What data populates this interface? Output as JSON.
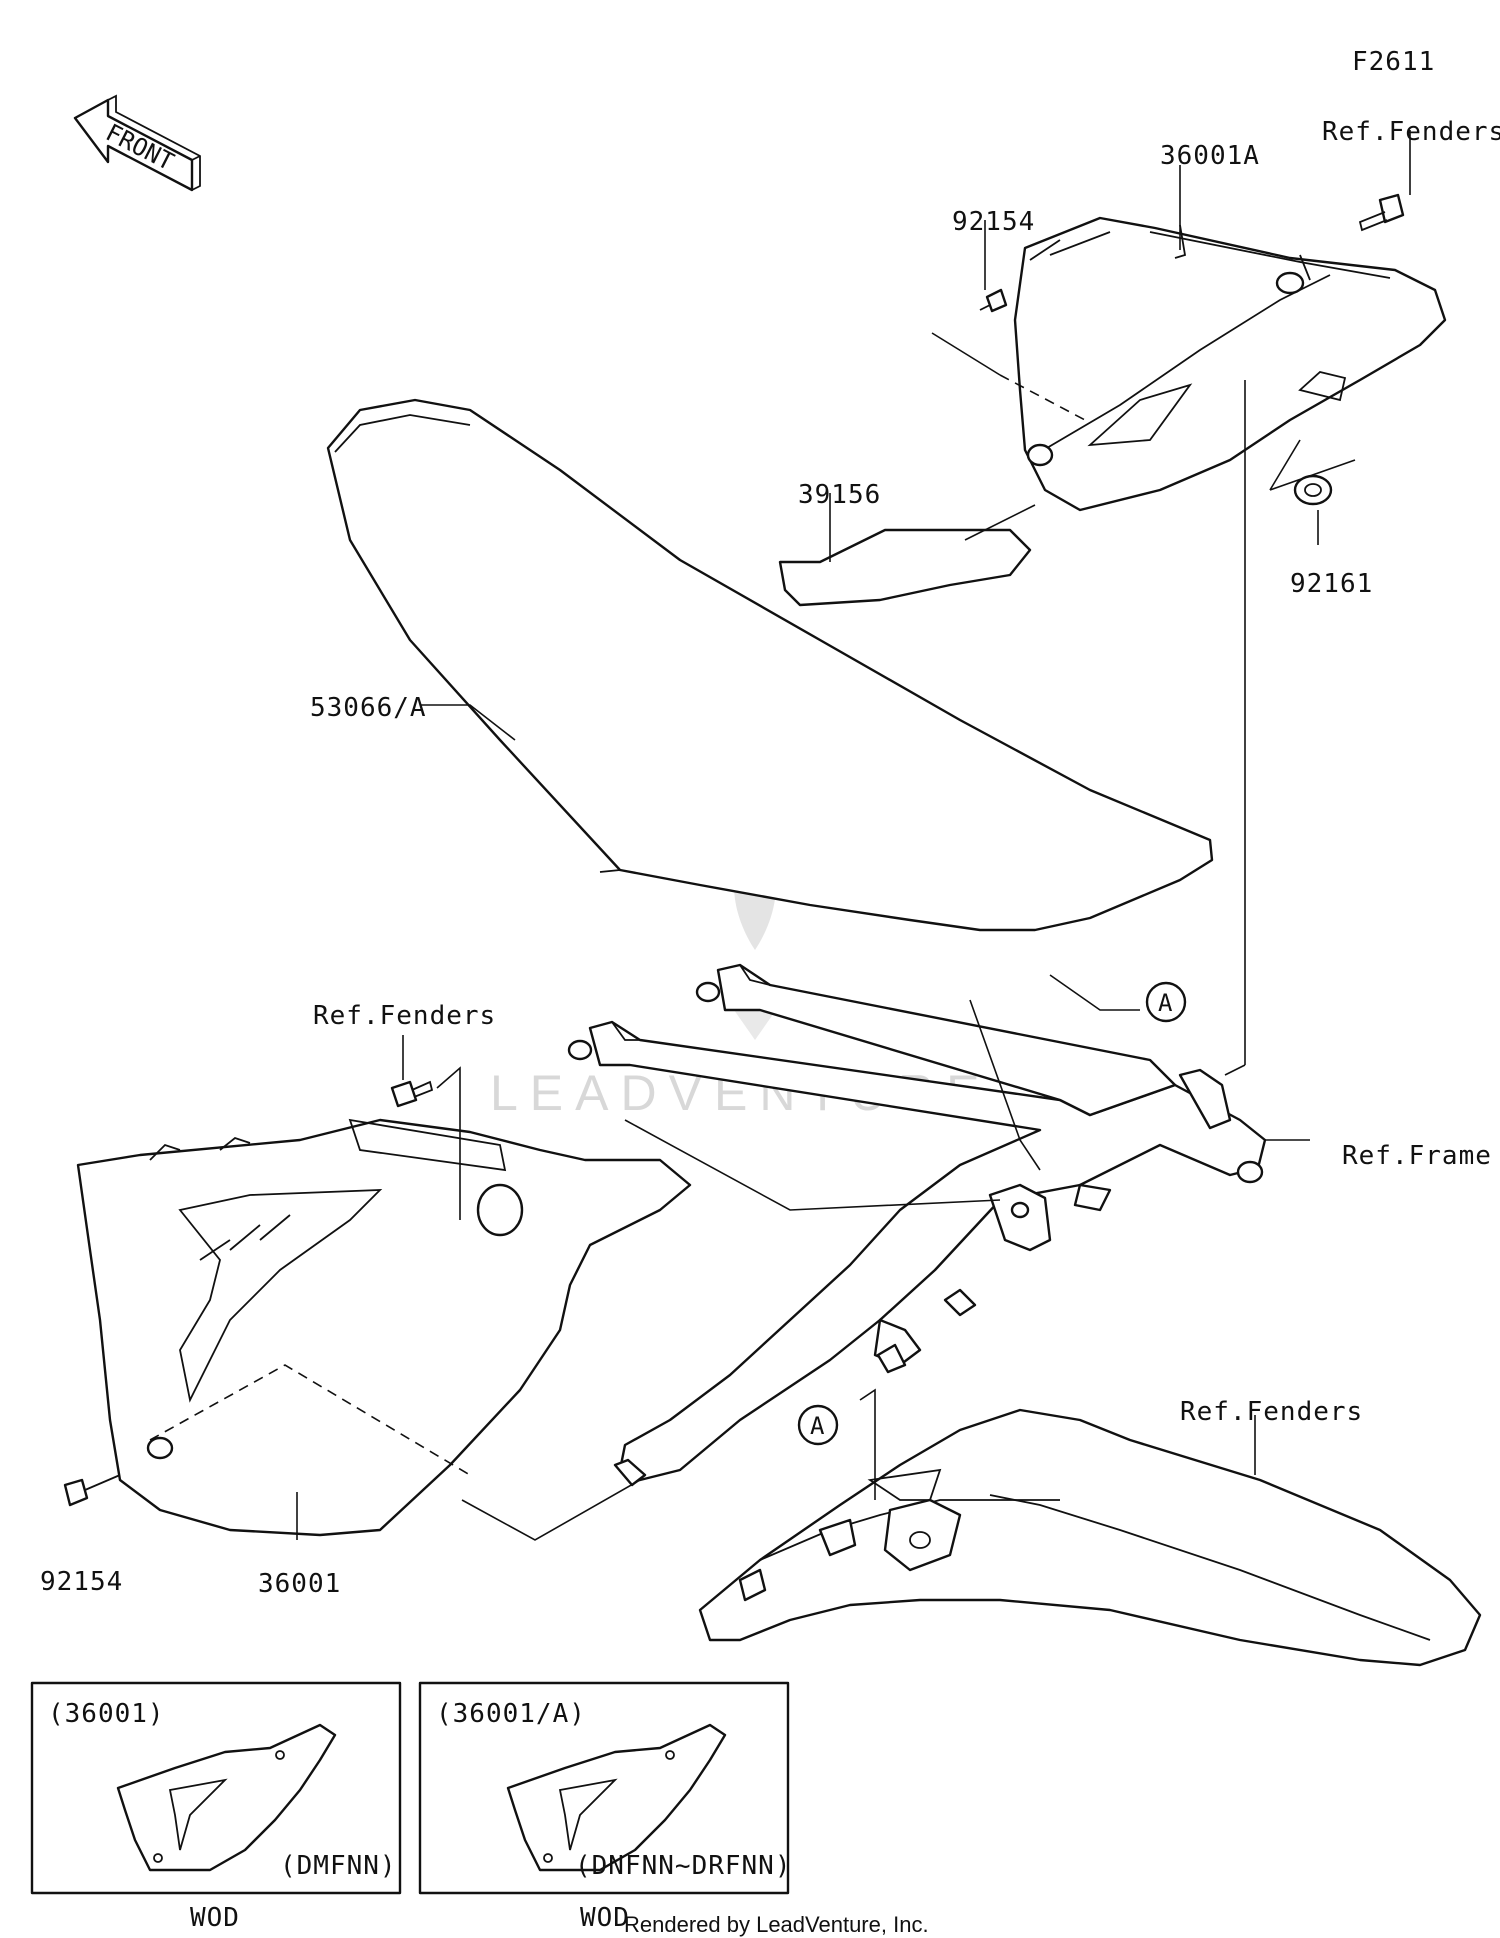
{
  "figure_code": "F2611",
  "front_arrow": {
    "label": "FRONT",
    "icon": "front-direction-arrow-icon"
  },
  "watermark": "LEADVENTURE",
  "labels": {
    "cover_right": "36001A",
    "ref_fenders_top": "Ref.Fenders",
    "bolt_top": "92154",
    "pad": "39156",
    "collar": "92161",
    "seat": "53066/A",
    "ref_fenders_left": "Ref.Fenders",
    "callout_a_upper": "A",
    "ref_frame": "Ref.Frame",
    "ref_fenders_rear": "Ref.Fenders",
    "callout_a_lower": "A",
    "bolt_bottom": "92154",
    "cover_left": "36001"
  },
  "variants": [
    {
      "part": "(36001)",
      "code": "(DMFNN)",
      "caption": "WOD"
    },
    {
      "part": "(36001/A)",
      "code": "(DNFNN~DRFNN)",
      "caption": "WOD"
    }
  ],
  "credit": "Rendered by LeadVenture, Inc."
}
